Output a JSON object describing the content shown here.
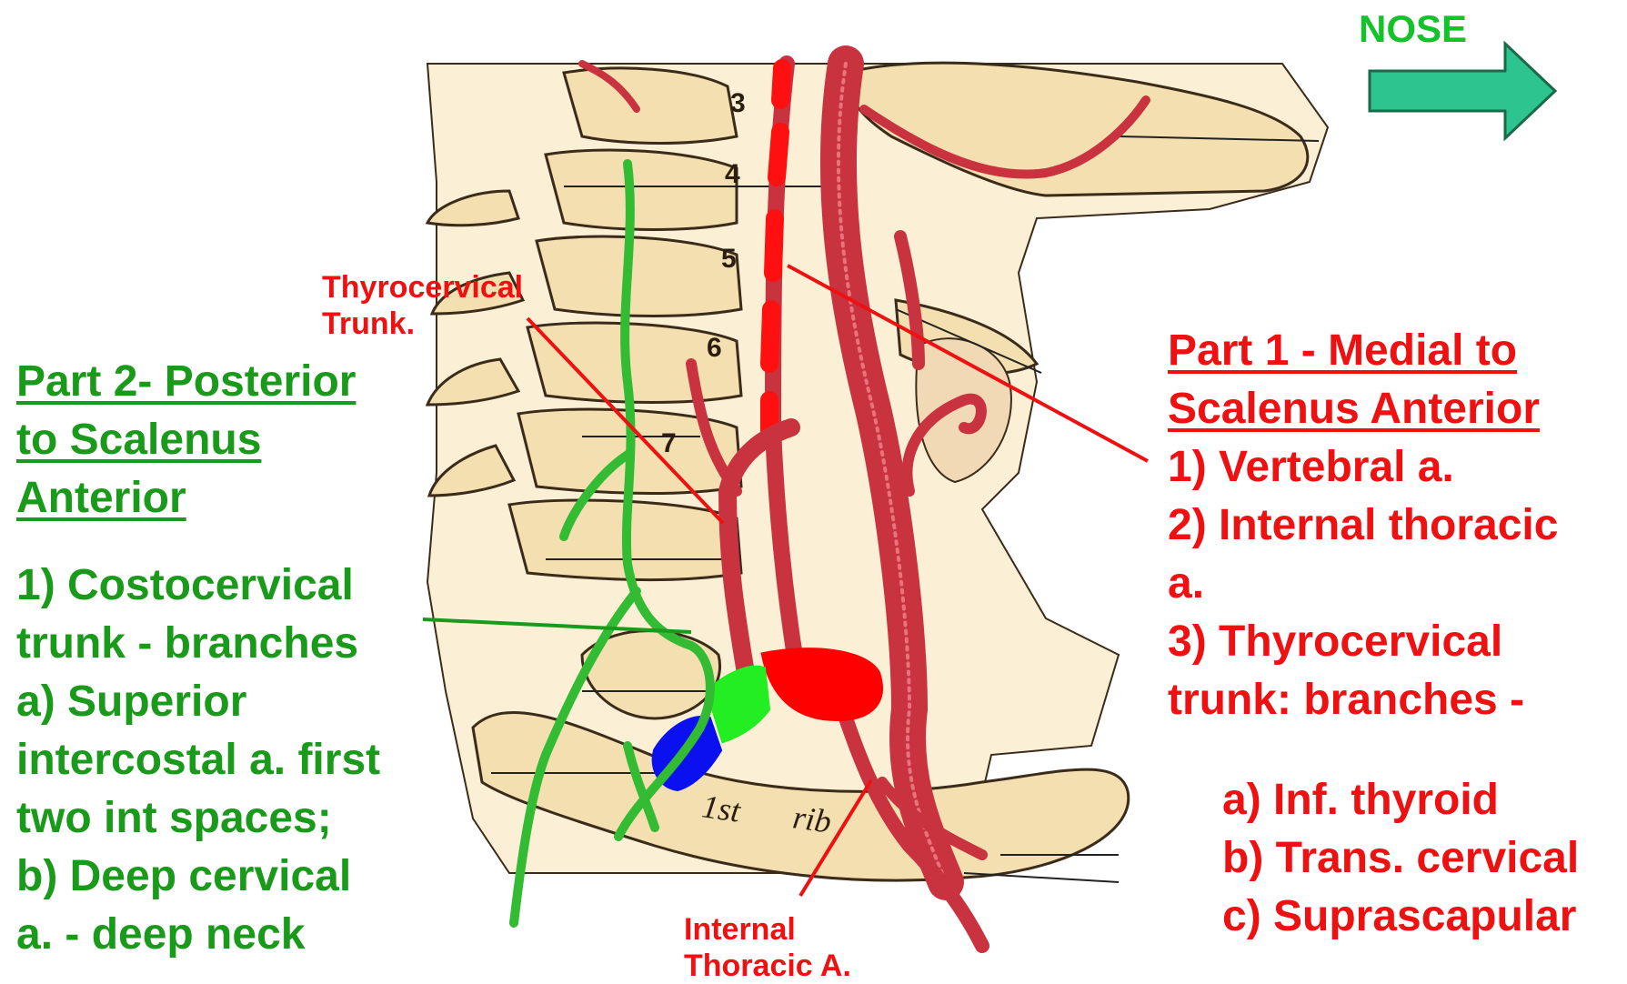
{
  "orientation": {
    "label": "NOSE",
    "arrow_color": "#2ec48f",
    "label_color": "#16c22b"
  },
  "left_panel": {
    "heading": [
      "Part 2- Posterior",
      "to Scalenus",
      "Anterior"
    ],
    "lines": [
      "1) Costocervical",
      "trunk - branches",
      "a) Superior",
      "intercostal a. first",
      "two int spaces;",
      "b) Deep cervical",
      "a.  - deep neck"
    ],
    "color": "#1a9a1a"
  },
  "right_panel": {
    "heading": [
      "Part 1 -  Medial to",
      "Scalenus Anterior"
    ],
    "lines": [
      "1) Vertebral a.",
      "2) Internal thoracic",
      "a.",
      "3) Thyrocervical",
      "trunk: branches -"
    ],
    "sub_branches": [
      "a) Inf. thyroid",
      "b) Trans. cervical",
      "c) Suprascapular"
    ],
    "color": "#ee1111"
  },
  "callouts": {
    "thyrocervical": [
      "Thyrocervical",
      "Trunk."
    ],
    "internal_thoracic": [
      "Internal",
      "Thoracic A."
    ]
  },
  "figure_labels": {
    "vertebrae": [
      "3",
      "4",
      "5",
      "6",
      "7"
    ],
    "rib": [
      "1st",
      "rib"
    ]
  },
  "colors": {
    "bone": "#f3dfb0",
    "artery": "#d9343f",
    "highlight_red": "#ff0000",
    "highlight_green": "#22ee22",
    "highlight_blue": "#0a10ee",
    "green_trace": "#33bb33"
  }
}
